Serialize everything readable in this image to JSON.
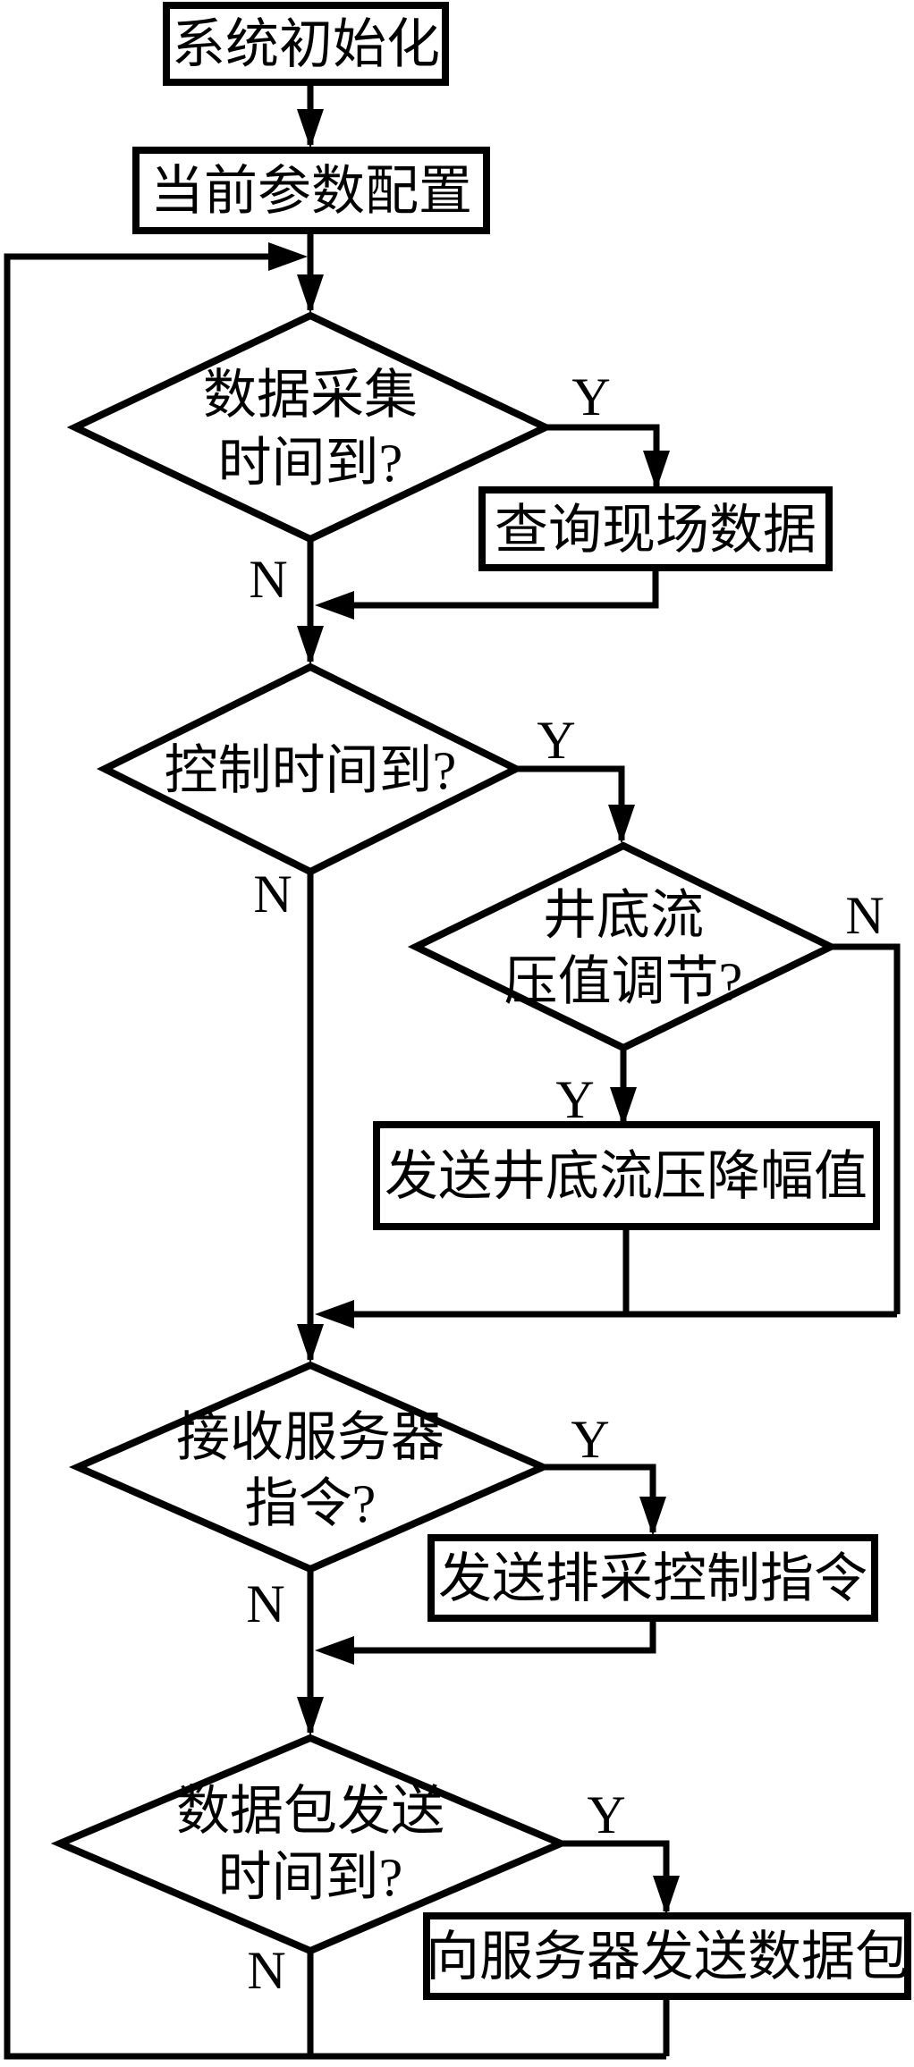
{
  "figure": {
    "type": "flowchart",
    "background_color": "#ffffff",
    "stroke_color": "#000000",
    "text_color": "#000000"
  },
  "nodes": {
    "init": {
      "label": "系统初始化"
    },
    "param_config": {
      "label": "当前参数配置"
    },
    "collect_time": {
      "line1": "数据采集",
      "line2": "时间到?",
      "yes": "Y",
      "no": "N"
    },
    "query_field_data": {
      "label": "查询现场数据"
    },
    "control_time": {
      "line1": "控制时间到?",
      "yes": "Y",
      "no": "N"
    },
    "bhp_adjust": {
      "line1": "井底流",
      "line2": "压值调节?",
      "yes": "Y",
      "no": "N"
    },
    "send_bhp_drop": {
      "label": "发送井底流压降幅值"
    },
    "server_cmd": {
      "line1": "接收服务器",
      "line2": "指令?",
      "yes": "Y",
      "no": "N"
    },
    "send_drainage_cmd": {
      "label": "发送排采控制指令"
    },
    "packet_time": {
      "line1": "数据包发送",
      "line2": "时间到?",
      "yes": "Y",
      "no": "N"
    },
    "send_packet": {
      "label": "向服务器发送数据包"
    }
  }
}
